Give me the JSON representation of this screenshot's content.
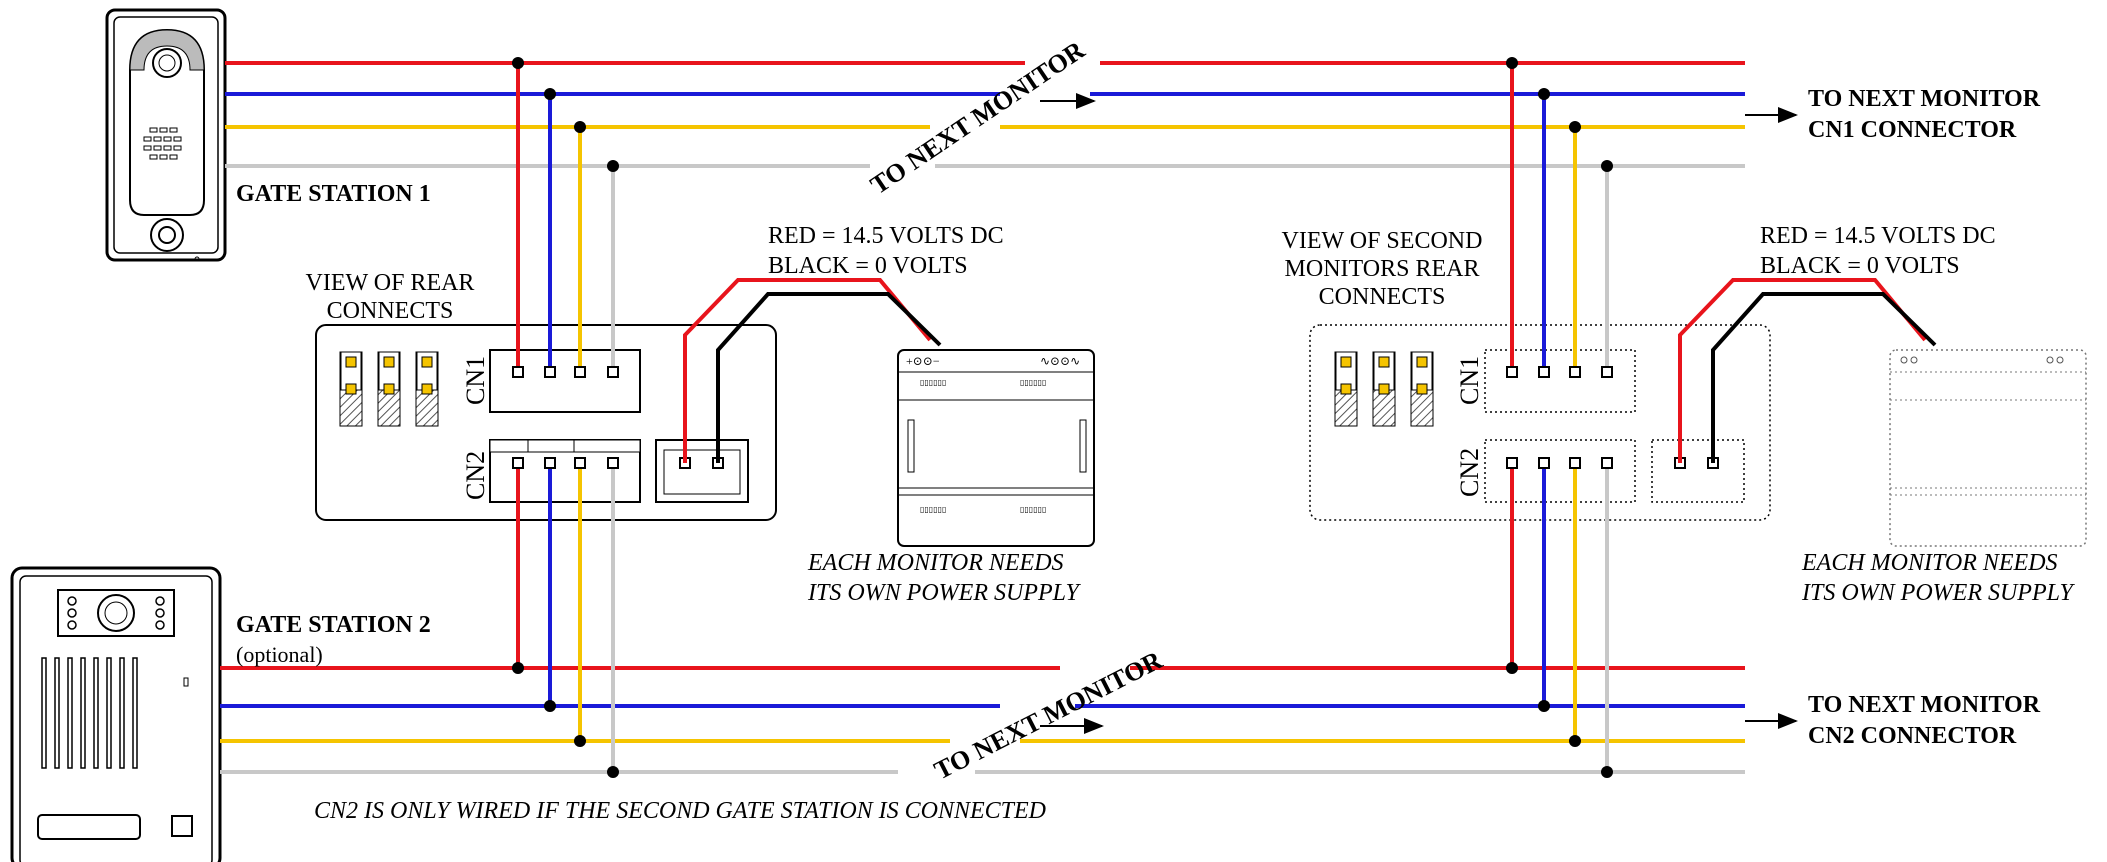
{
  "colors": {
    "red": "#e8141c",
    "blue": "#1a1ad8",
    "yellow": "#f5c400",
    "grey": "#c8c8c8",
    "black": "#000000"
  },
  "labels": {
    "gate_station_1": "GATE STATION 1",
    "gate_station_2": "GATE STATION 2",
    "optional": "(optional)",
    "to_next_monitor_diag_top": "TO NEXT MONITOR",
    "to_next_monitor_diag_bottom": "TO NEXT MONITOR",
    "to_next_monitor_cn1_line1": "TO NEXT MONITOR",
    "to_next_monitor_cn1_line2": "CN1 CONNECTOR",
    "to_next_monitor_cn2_line1": "TO NEXT MONITOR",
    "to_next_monitor_cn2_line2": "CN2 CONNECTOR",
    "view_rear_line1": "VIEW OF REAR",
    "view_rear_line2": "CONNECTS",
    "view_second_line1": "VIEW OF SECOND",
    "view_second_line2": "MONITORS REAR",
    "view_second_line3": "CONNECTS",
    "psu1_red": "RED = 14.5 VOLTS DC",
    "psu1_black": "BLACK = 0 VOLTS",
    "psu2_red": "RED = 14.5 VOLTS DC",
    "psu2_black": "BLACK = 0 VOLTS",
    "cn1_left": "CN1",
    "cn2_left": "CN2",
    "cn1_right": "CN1",
    "cn2_right": "CN2",
    "needs_psu1_line1": "EACH MONITOR NEEDS",
    "needs_psu1_line2": "ITS OWN POWER SUPPLY",
    "needs_psu2_line1": "EACH MONITOR NEEDS",
    "needs_psu2_line2": "ITS OWN POWER SUPPLY",
    "footnote": "CN2 IS ONLY WIRED IF THE SECOND GATE STATION IS CONNECTED",
    "psu_terminals_left": "+⊙⊙−",
    "psu_terminals_right": "∿⊙⊙∿"
  }
}
